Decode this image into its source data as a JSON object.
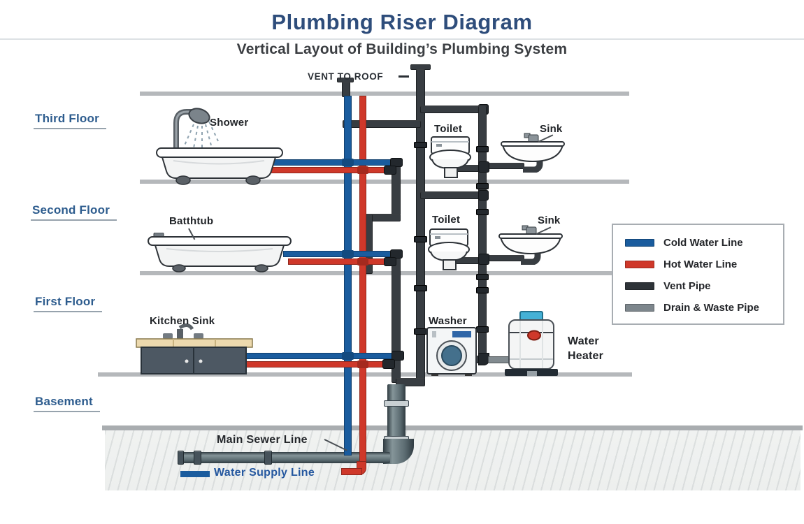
{
  "title": "Plumbing Riser Diagram",
  "subtitle": "Vertical Layout of Building’s Plumbing System",
  "floors": [
    {
      "label": "Third Floor"
    },
    {
      "label": "Second Floor"
    },
    {
      "label": "First Floor"
    },
    {
      "label": "Basement"
    }
  ],
  "fixtures": {
    "shower": "Shower",
    "bathtub": "Batthtub",
    "toilet_third": "Toilet",
    "sink_third": "Sink",
    "toilet_second": "Toilet",
    "sink_second": "Sink",
    "kitchen_sink": "Kitchen Sink",
    "washer": "Washer",
    "water_heater": "Water\nHeater"
  },
  "annotations": {
    "vent_to_roof": "VENT TO ROOF",
    "main_sewer_line": "Main Sewer Line",
    "water_supply_line": "Water Supply Line"
  },
  "legend": {
    "items": [
      {
        "label": "Cold Water Line",
        "color": "#1a5c9e"
      },
      {
        "label": "Hot Water Line",
        "color": "#cf382a"
      },
      {
        "label": "Vent Pipe",
        "color": "#2e3338"
      },
      {
        "label": "Drain & Waste Pipe",
        "color": "#7d868c"
      }
    ]
  },
  "colors": {
    "cold": "#1a5c9e",
    "hot": "#cf382a",
    "vent": "#383d42",
    "vent_dark": "#23282d",
    "drain": "#5f7078",
    "floor_line": "#b5b8bb",
    "title_navy": "#2e4d7b",
    "floor_label": "#2d5c8e",
    "supply_label": "#24579f",
    "text_dark": "#212428"
  }
}
